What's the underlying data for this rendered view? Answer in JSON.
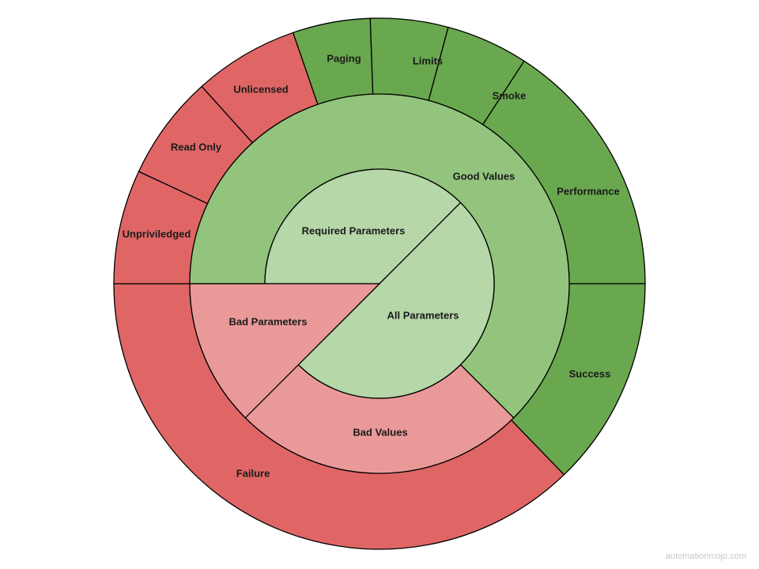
{
  "colors": {
    "green_dark": "#6aa84f",
    "green_mid": "#93c47d",
    "green_light": "#b6d7a8",
    "red_dark": "#e06666",
    "red_light": "#ea9999",
    "stroke": "#000000"
  },
  "rings": {
    "inner": [
      {
        "label": "Required Parameters",
        "color": "green_light"
      },
      {
        "label": "All Parameters",
        "color": "green_light"
      },
      {
        "label": "Bad Parameters",
        "color": "red_light"
      }
    ],
    "middle": [
      {
        "label": "Good Values",
        "color": "green_mid"
      },
      {
        "label": "Bad Values",
        "color": "red_light"
      }
    ],
    "outer": [
      {
        "label": "Paging",
        "color": "green_dark"
      },
      {
        "label": "Limits",
        "color": "green_dark"
      },
      {
        "label": "Smoke",
        "color": "green_dark"
      },
      {
        "label": "Performance",
        "color": "green_dark"
      },
      {
        "label": "Success",
        "color": "green_dark"
      },
      {
        "label": "Failure",
        "color": "red_dark"
      },
      {
        "label": "Unpriviledged",
        "color": "red_dark"
      },
      {
        "label": "Read Only",
        "color": "red_dark"
      },
      {
        "label": "Unlicensed",
        "color": "red_dark"
      }
    ]
  },
  "watermark": "automationmojo.com"
}
